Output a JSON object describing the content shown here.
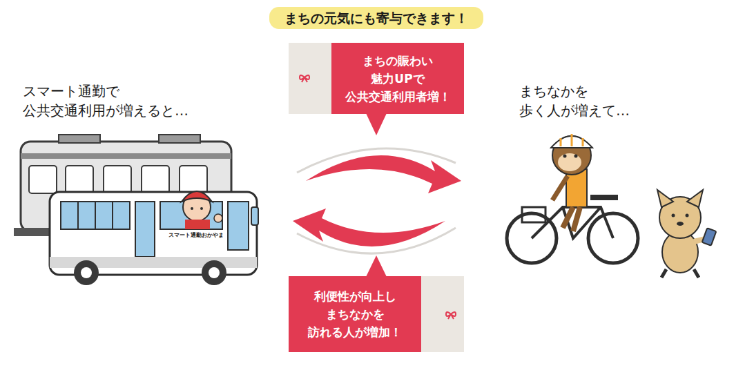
{
  "diagram": {
    "title": "まちの元気にも寄与できます！",
    "nodes": [
      {
        "text": [
          "まちの賑わい 魅力UPで 公共交通利用者増！"
        ]
      },
      {
        "text": [
          "利便性が向上し まちなかを 訪れる人が増加！"
        ]
      }
    ],
    "labels": [
      "スマート通勤で 公共交通利用が増えると…",
      "まちなかを 歩く人が増えて…",
      "スマート通勤おかやま"
    ]
  }
}
